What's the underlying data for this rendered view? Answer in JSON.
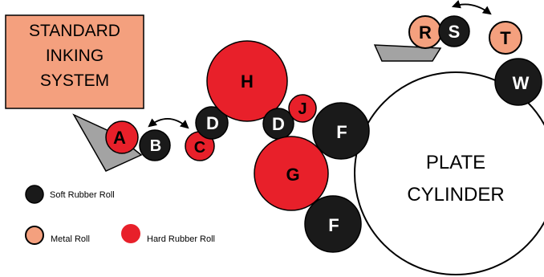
{
  "title_lines": [
    "STANDARD",
    "INKING",
    "SYSTEM"
  ],
  "plate_lines": [
    "PLATE",
    "CYLINDER"
  ],
  "colors": {
    "soft": "#1a1a1a",
    "metal": "#f4a07e",
    "hard": "#e8202a",
    "title_box": "#f4a07e",
    "tray": "#a3a3a3"
  },
  "rolls": [
    {
      "label": "A",
      "type": "hard"
    },
    {
      "label": "B",
      "type": "soft"
    },
    {
      "label": "C",
      "type": "hard"
    },
    {
      "label": "D",
      "type": "soft"
    },
    {
      "label": "H",
      "type": "hard"
    },
    {
      "label": "D",
      "type": "soft"
    },
    {
      "label": "J",
      "type": "hard"
    },
    {
      "label": "F",
      "type": "soft"
    },
    {
      "label": "G",
      "type": "hard"
    },
    {
      "label": "F",
      "type": "soft"
    },
    {
      "label": "R",
      "type": "metal"
    },
    {
      "label": "S",
      "type": "soft"
    },
    {
      "label": "T",
      "type": "metal"
    },
    {
      "label": "W",
      "type": "soft"
    }
  ],
  "legend": {
    "soft": "Soft Rubber Roll",
    "metal": "Metal Roll",
    "hard": "Hard Rubber Roll"
  }
}
